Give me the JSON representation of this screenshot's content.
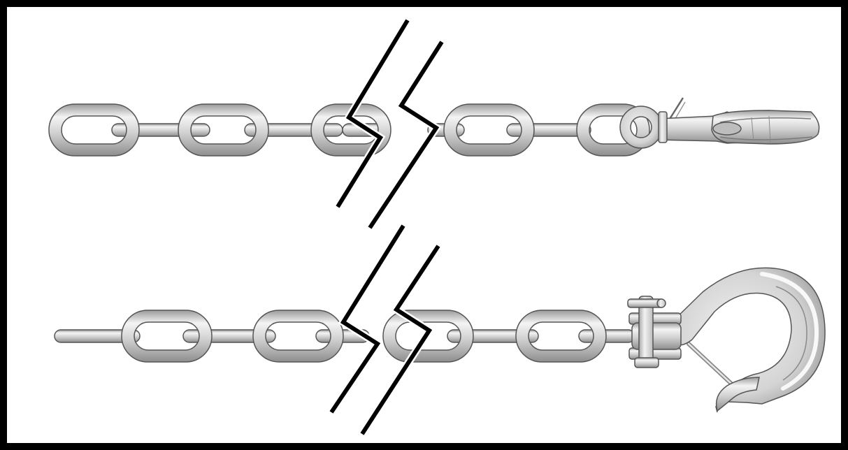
{
  "diagram": {
    "frame_color": "#000000",
    "background_color": "#ffffff",
    "metal_light": "#f4f4f4",
    "metal_mid": "#d2d2d2",
    "metal_dark": "#9a9a9a",
    "outline_color": "#555555",
    "break_line_color": "#000000",
    "chains": [
      {
        "end_fitting": "swivel-eye-hook-side-view",
        "links_left_of_break": 3,
        "links_right_of_break": 2
      },
      {
        "end_fitting": "clevis-slip-hook-with-latch",
        "links_left_of_break": 3,
        "links_right_of_break": 2
      }
    ]
  }
}
